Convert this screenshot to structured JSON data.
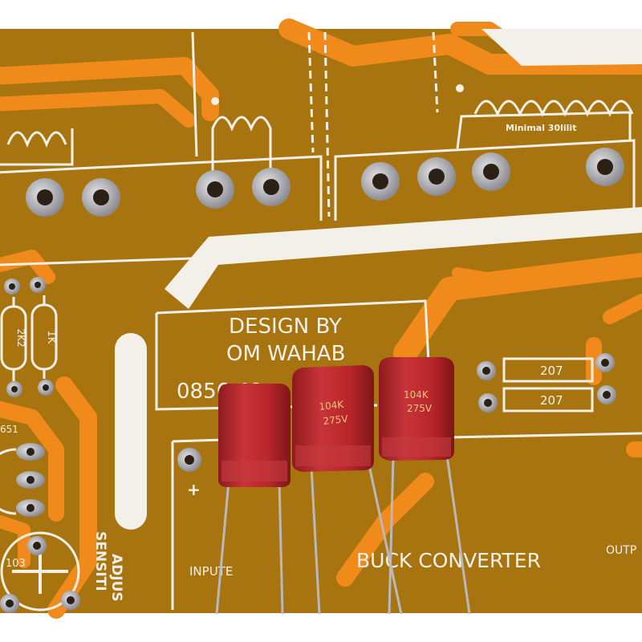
{
  "board": {
    "colors": {
      "substrate": "#a8740f",
      "trace": "#f08a1a",
      "silkscreen": "#f2f0e8",
      "capacitor": "#b8262a",
      "pad": "#9a9aa0"
    },
    "silkscreen": {
      "design_line1": "DESIGN BY",
      "design_line2": "OM WAHAB",
      "phone_partial": "0856 49",
      "inductor_label": "Minimal 30lilit",
      "resistor_left": "2K2",
      "resistor_right": "1K",
      "resistor_207_a": "207",
      "resistor_207_b": "207",
      "partial_651": "651",
      "pot_label": "103",
      "adjust_label": "ADJUS",
      "sensitivity_label": "SENSITI",
      "plus_sign": "+",
      "input_label": "INPUTE",
      "buck_label": "BUCK CONVERTER",
      "output_label": "OUTP"
    },
    "capacitors": [
      {
        "marking_line1": "",
        "marking_line2": ""
      },
      {
        "marking_line1": "104K",
        "marking_line2": "275V"
      },
      {
        "marking_line1": "104K",
        "marking_line2": "275V"
      }
    ]
  }
}
